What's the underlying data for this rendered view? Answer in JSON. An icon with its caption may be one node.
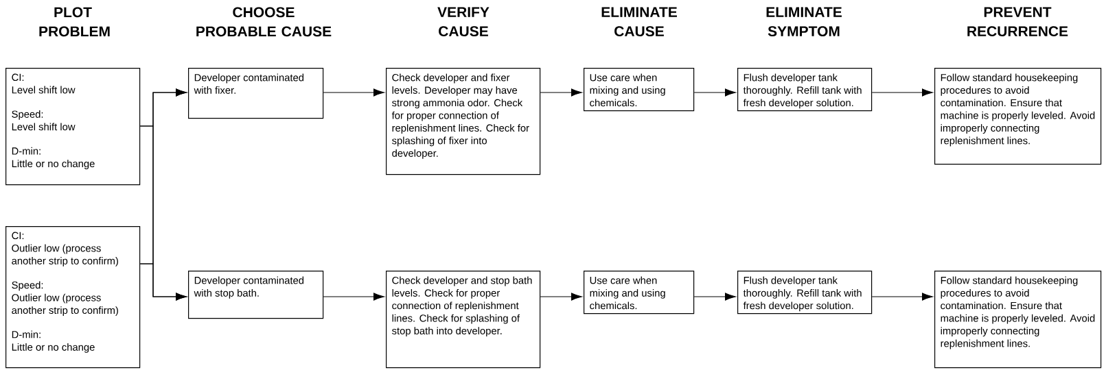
{
  "diagram": {
    "nodes": [
      {
        "text": [
          "CI:",
          "Level shift low",
          "Speed:",
          "Level shift low",
          "D-min:",
          "Little or no change"
        ]
      },
      {
        "text": [
          "Developer contaminated with fixer."
        ]
      },
      {
        "text": [
          "Check developer and fixer levels. Developer may have strong ammonia odor. Check for proper connection of replenishment lines. Check for splashing of fixer into developer."
        ]
      },
      {
        "text": [
          "Use care when mixing and using chemicals."
        ]
      },
      {
        "text": [
          "Flush developer tank thoroughly. Refill tank with fresh developer solution."
        ]
      },
      {
        "text": [
          "Follow standard housekeeping procedures to avoid contamination. Ensure that machine is properly leveled. Avoid improperly connecting replenishment lines."
        ]
      },
      {
        "text": [
          "CI:",
          "Outlier low (process another strip to confirm)",
          "Speed:",
          "Outlier low (process another strip to confirm)",
          "D-min:",
          "Little or no change"
        ]
      },
      {
        "text": [
          "Developer contaminated with stop bath."
        ]
      },
      {
        "text": [
          "Check developer and stop bath levels. Check for proper connection of replenishment lines. Check for splashing of stop bath into developer."
        ]
      },
      {
        "text": [
          "Use care when mixing and using chemicals."
        ]
      },
      {
        "text": [
          "Flush developer tank thoroughly. Refill tank with fresh developer solution."
        ]
      },
      {
        "text": [
          "Follow standard housekeeping procedures to avoid contamination. Ensure that machine is properly leveled. Avoid improperly connecting replenishment lines."
        ]
      }
    ],
    "edges": [
      {
        "from": 0,
        "to": 1,
        "arrow": "to"
      },
      {
        "from": 0,
        "to": 7,
        "arrow": "to"
      },
      {
        "from": 6,
        "to": 1,
        "arrow": "to"
      },
      {
        "from": 6,
        "to": 7,
        "arrow": "to"
      },
      {
        "from": 1,
        "to": 2,
        "arrow": "to"
      },
      {
        "from": 2,
        "to": 3,
        "arrow": "to"
      },
      {
        "from": 3,
        "to": 4,
        "arrow": "to"
      },
      {
        "from": 4,
        "to": 5,
        "arrow": "to"
      },
      {
        "from": 7,
        "to": 8,
        "arrow": "to"
      },
      {
        "from": 8,
        "to": 9,
        "arrow": "to"
      },
      {
        "from": 9,
        "to": 10,
        "arrow": "to"
      },
      {
        "from": 10,
        "to": 11,
        "arrow": "to"
      }
    ],
    "labels": [
      "PLOT PROBLEM",
      "CHOOSE PROBABLE CAUSE",
      "VERIFY CAUSE",
      "ELIMINATE CAUSE",
      "ELIMINATE SYMPTOM",
      "PREVENT RECURRENCE"
    ]
  }
}
